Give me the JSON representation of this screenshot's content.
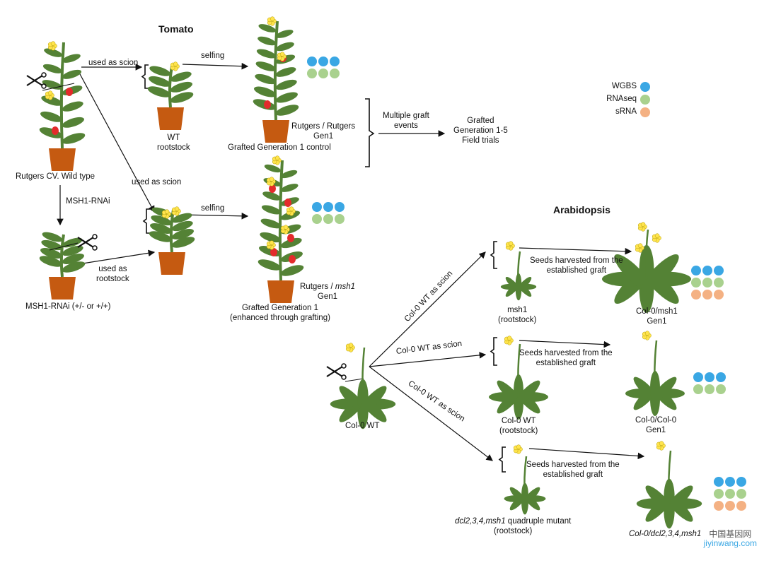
{
  "tomato": {
    "title": "Tomato",
    "used_as_scion_1": "used as scion",
    "used_as_scion_2": "used as scion",
    "used_as_rootstock": [
      "used as",
      "rootstock"
    ],
    "selfing_1": "selfing",
    "selfing_2": "selfing",
    "msh1_rnai_arrow": "MSH1-RNAi",
    "wild_type": "Rutgers CV. Wild type",
    "msh1_rnai_plant": "MSH1-RNAi (+/-  or  +/+)",
    "wt_rootstock": [
      "WT",
      "rootstock"
    ],
    "rutgers_rutgers": [
      "Rutgers / Rutgers",
      "Gen1"
    ],
    "gen1_control": "Grafted Generation 1 control",
    "rutgers_msh1_prefix": "Rutgers / ",
    "rutgers_msh1_italic": "msh1",
    "rutgers_msh1_gen": "Gen1",
    "gen1_enhanced": [
      "Grafted Generation 1",
      "(enhanced through grafting)"
    ],
    "multiple_graft": [
      "Multiple graft",
      "events"
    ],
    "field_trials": [
      "Grafted",
      "Generation 1-5",
      "Field trials"
    ]
  },
  "legend": {
    "items": [
      {
        "label": "WGBS",
        "color": "#3aa7e4"
      },
      {
        "label": "RNAseq",
        "color": "#a9d18e"
      },
      {
        "label": "sRNA",
        "color": "#f4b183"
      }
    ]
  },
  "arabidopsis": {
    "title": "Arabidopsis",
    "col0_wt": "Col-0 WT",
    "scion_1": "Col-0 WT as scion",
    "scion_2": "Col-0 WT as scion",
    "scion_3": "Col-0 WT as scion",
    "seeds_1": [
      "Seeds harvested from the",
      "established graft"
    ],
    "seeds_2": [
      "Seeds harvested from the",
      "established graft"
    ],
    "seeds_3": [
      "Seeds harvested from the",
      "established graft"
    ],
    "msh1_rootstock": [
      "msh1",
      "(rootstock)"
    ],
    "colwt_rootstock": [
      "Col-0 WT",
      "(rootstock)"
    ],
    "dcl_rootstock_italic": "dcl2,3,4,msh1",
    "dcl_rootstock_rest": " quadruple mutant",
    "dcl_rootstock_line2": "(rootstock)",
    "col0_msh1": [
      "Col-0/msh1",
      "Gen1"
    ],
    "col0_col0": [
      "Col-0/Col-0",
      "Gen1"
    ],
    "col0_dcl": "Col-0/dcl2,3,4,msh1"
  },
  "watermark": {
    "line1": "中国基因网",
    "line2": "jiyinwang.com"
  },
  "colors": {
    "pot": "#c55a11",
    "leaf": "#548235",
    "leaf_dark": "#3f6b2b",
    "flower": "#ffe44d",
    "fruit": "#e32b2b",
    "wgbs": "#3aa7e4",
    "rnaseq": "#a9d18e",
    "srna": "#f4b183"
  }
}
